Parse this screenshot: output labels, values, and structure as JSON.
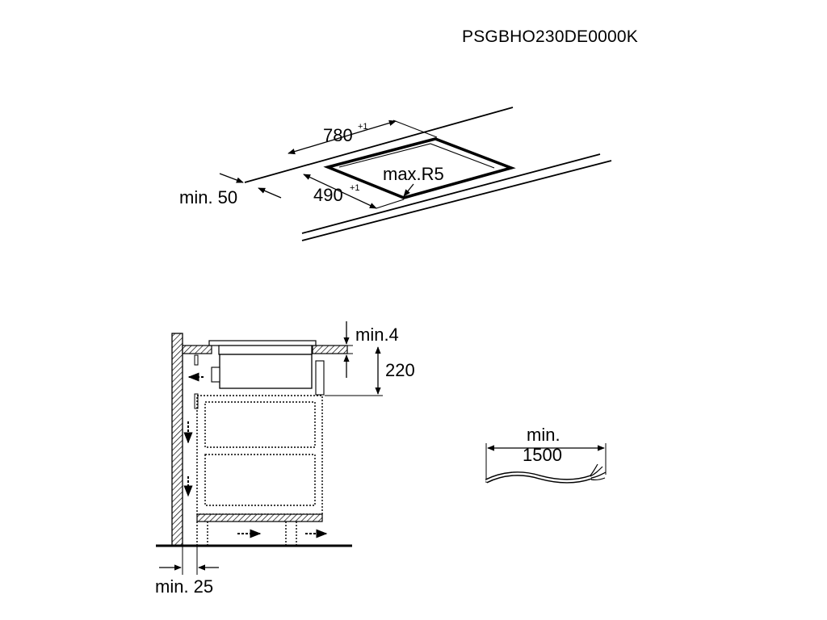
{
  "model_code": "PSGBHO230DE0000K",
  "cutout": {
    "width": {
      "value": "780",
      "tolerance": "+1"
    },
    "depth": {
      "value": "490",
      "tolerance": "+1"
    },
    "corner_radius": "max.R5",
    "edge_distance": "min. 50"
  },
  "cross_section": {
    "top_gap": "min.4",
    "height": "220",
    "wall_gap": "min. 25"
  },
  "cable": {
    "length_line1": "min.",
    "length_line2": "1500"
  }
}
